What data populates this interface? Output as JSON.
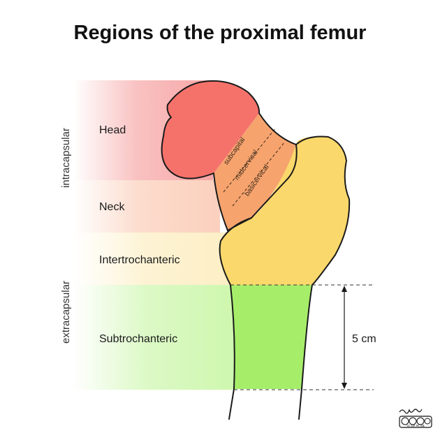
{
  "title": "Regions of the proximal femur",
  "regions": [
    {
      "label": "Head",
      "color": "#f7a7a7"
    },
    {
      "label": "Neck",
      "color": "#fbd2c0"
    },
    {
      "label": "Intertrochanteric",
      "color": "#fdf0c7"
    },
    {
      "label": "Subtrochanteric",
      "color": "#d2f7b4"
    }
  ],
  "capsule_groups": {
    "intracapsular": "intracapsular",
    "extracapsular": "extracapsular"
  },
  "neck_subregions": [
    "subcapital",
    "midcervical",
    "basicervical"
  ],
  "measurement": {
    "label": "5 cm"
  },
  "bone_colors": {
    "head": "#f5726b",
    "neck": "#f6a36e",
    "trochanter": "#fbd86b",
    "shaft": "#a6ee6a",
    "outline": "#1a1a1a"
  },
  "license_badge": "cc by nc sa"
}
